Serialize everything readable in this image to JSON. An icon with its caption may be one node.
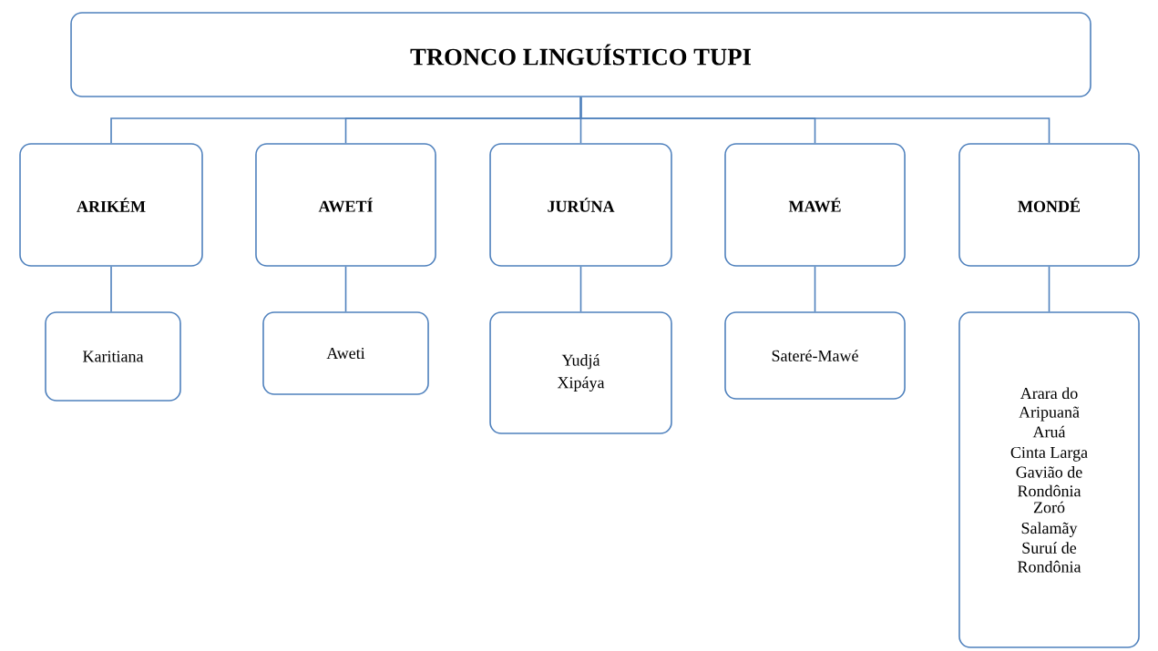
{
  "diagram": {
    "nodes": [
      {
        "text": [
          "TRONCO LINGUÍSTICO TUPI"
        ]
      },
      {
        "text": [
          "ARIKÉM"
        ]
      },
      {
        "text": [
          "AWETÍ"
        ]
      },
      {
        "text": [
          "JURÚNA"
        ]
      },
      {
        "text": [
          "MAWÉ"
        ]
      },
      {
        "text": [
          "MONDÉ"
        ]
      },
      {
        "text": [
          "Karitiana"
        ]
      },
      {
        "text": [
          "Aweti"
        ]
      },
      {
        "text": [
          "Yudjá",
          "Xipáya"
        ]
      },
      {
        "text": [
          "Sateré-Mawé"
        ]
      },
      {
        "text": [
          "Arara do Aripuanã",
          "Aruá",
          "Cinta Larga",
          "Gavião de Rondônia",
          "Zoró",
          "Salamãy",
          "Suruí de Rondônia"
        ]
      }
    ],
    "edges": [
      {
        "from": 0,
        "to": 1,
        "arrow": "none"
      },
      {
        "from": 0,
        "to": 2,
        "arrow": "none"
      },
      {
        "from": 0,
        "to": 3,
        "arrow": "none"
      },
      {
        "from": 0,
        "to": 4,
        "arrow": "none"
      },
      {
        "from": 0,
        "to": 5,
        "arrow": "none"
      },
      {
        "from": 1,
        "to": 6,
        "arrow": "none"
      },
      {
        "from": 2,
        "to": 7,
        "arrow": "none"
      },
      {
        "from": 3,
        "to": 8,
        "arrow": "none"
      },
      {
        "from": 4,
        "to": 9,
        "arrow": "none"
      },
      {
        "from": 5,
        "to": 10,
        "arrow": "none"
      }
    ]
  }
}
